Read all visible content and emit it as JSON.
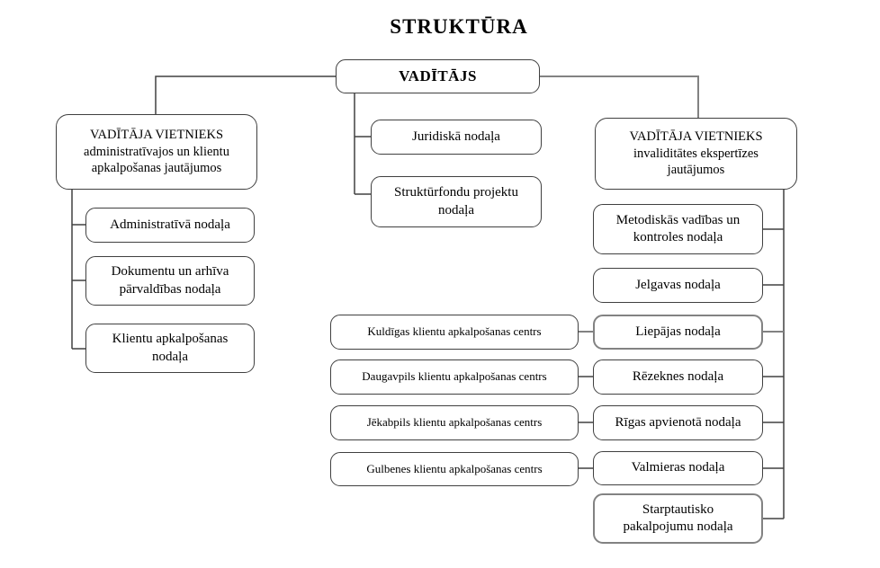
{
  "title": "STRUKTŪRA",
  "colors": {
    "background": "#ffffff",
    "text": "#000000",
    "box_border": "#404040",
    "box_border_gray": "#828282",
    "line": "#404040",
    "line_gray": "#828282"
  },
  "nodes": {
    "director": {
      "label": "VADĪTĀJS"
    },
    "deputy_admin": {
      "label": "VADĪTĀJA VIETNIEKS\nadministratīvajos un klientu\napkalpošanas jautājumos"
    },
    "deputy_disability": {
      "label": "VADĪTĀJA VIETNIEKS\ninvaliditātes ekspertīzes\njautājumos"
    }
  },
  "central_departments": [
    {
      "label": "Juridiskā nodaļa"
    },
    {
      "label": "Struktūrfondu projektu\nnodaļa"
    }
  ],
  "admin_departments": [
    {
      "label": "Administratīvā nodaļa"
    },
    {
      "label": "Dokumentu un arhīva\npārvaldības nodaļa"
    },
    {
      "label": "Klientu apkalpošanas\nnodaļa"
    }
  ],
  "expertise_departments": [
    {
      "label": "Metodiskās vadības un\nkontroles nodaļa"
    },
    {
      "label": "Jelgavas nodaļa"
    },
    {
      "label": "Liepājas nodaļa"
    },
    {
      "label": "Rēzeknes nodaļa"
    },
    {
      "label": "Rīgas apvienotā nodaļa"
    },
    {
      "label": "Valmieras nodaļa"
    },
    {
      "label": "Starptautisko\npakalpojumu nodaļa"
    }
  ],
  "service_centers": [
    {
      "label": "Kuldīgas klientu apkalpošanas centrs"
    },
    {
      "label": "Daugavpils klientu apkalpošanas centrs"
    },
    {
      "label": "Jēkabpils klientu apkalpošanas centrs"
    },
    {
      "label": "Gulbenes klientu apkalpošanas centrs"
    }
  ]
}
